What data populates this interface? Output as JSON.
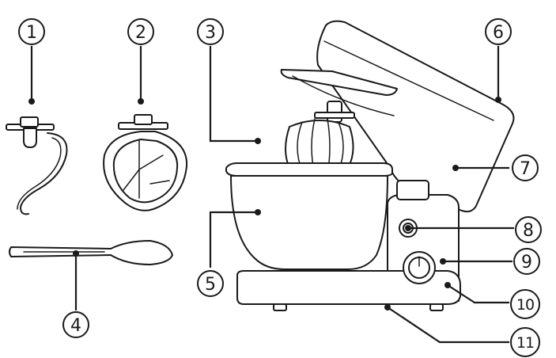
{
  "figure": {
    "callouts": [
      {
        "id": "c1",
        "number": "1"
      },
      {
        "id": "c2",
        "number": "2"
      },
      {
        "id": "c3",
        "number": "3"
      },
      {
        "id": "c4",
        "number": "4"
      },
      {
        "id": "c5",
        "number": "5"
      },
      {
        "id": "c6",
        "number": "6"
      },
      {
        "id": "c7",
        "number": "7"
      },
      {
        "id": "c8",
        "number": "8"
      },
      {
        "id": "c9",
        "number": "9"
      },
      {
        "id": "c10",
        "number": "10"
      },
      {
        "id": "c11",
        "number": "11"
      }
    ]
  }
}
